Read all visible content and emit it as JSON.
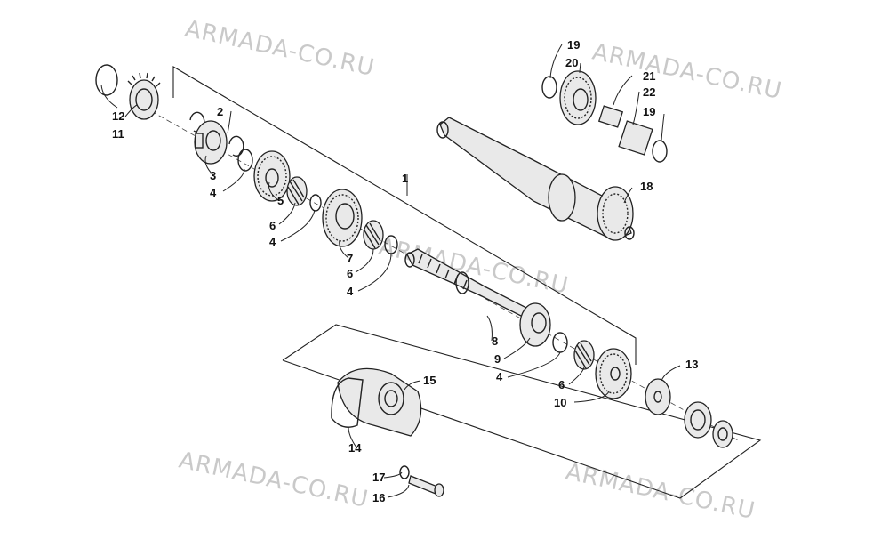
{
  "watermarks": [
    "ARMADA-CO.RU",
    "ARMADA-CO.RU",
    "ARMADA-CO.RU",
    "ARMADA-CO.RU",
    "ARMADA-CO.RU"
  ],
  "callouts": [
    {
      "label": "1"
    },
    {
      "label": "2"
    },
    {
      "label": "3"
    },
    {
      "label": "4"
    },
    {
      "label": "5"
    },
    {
      "label": "6"
    },
    {
      "label": "4"
    },
    {
      "label": "7"
    },
    {
      "label": "6"
    },
    {
      "label": "4"
    },
    {
      "label": "8"
    },
    {
      "label": "9"
    },
    {
      "label": "4"
    },
    {
      "label": "6"
    },
    {
      "label": "10"
    },
    {
      "label": "11"
    },
    {
      "label": "12"
    },
    {
      "label": "13"
    },
    {
      "label": "14"
    },
    {
      "label": "15"
    },
    {
      "label": "16"
    },
    {
      "label": "17"
    },
    {
      "label": "18"
    },
    {
      "label": "19"
    },
    {
      "label": "20"
    },
    {
      "label": "21"
    },
    {
      "label": "22"
    },
    {
      "label": "19"
    }
  ]
}
